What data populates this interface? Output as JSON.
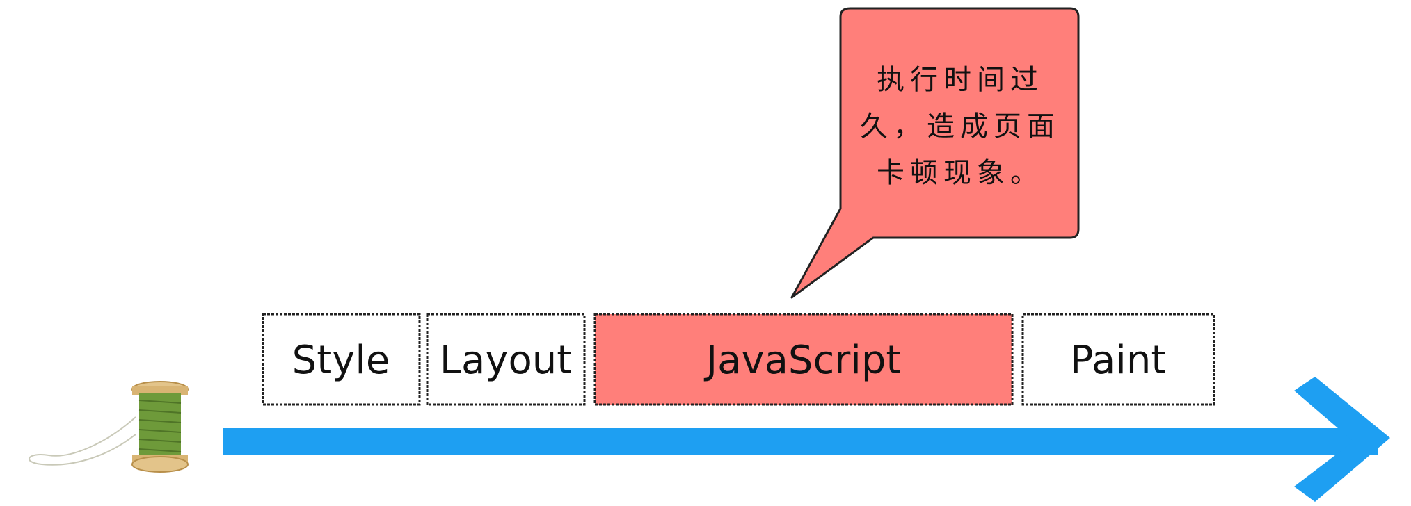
{
  "colors": {
    "arrow": "#1E9FF2",
    "highlight": "#FF7F7A",
    "box_fill": "#FFFFFF",
    "outline": "#222222",
    "thread": "#6E9A3A",
    "spool_wood": "#E3C48A"
  },
  "pipeline": {
    "blocks": [
      {
        "label": "Style",
        "highlighted": false
      },
      {
        "label": "Layout",
        "highlighted": false
      },
      {
        "label": "JavaScript",
        "highlighted": true
      },
      {
        "label": "Paint",
        "highlighted": false
      }
    ]
  },
  "callout": {
    "lines": [
      "执行时间过",
      "久，造成页面",
      "卡顿现象。"
    ]
  },
  "icons": {
    "spool": "thread-spool-icon",
    "arrow": "timeline-arrow-icon"
  }
}
